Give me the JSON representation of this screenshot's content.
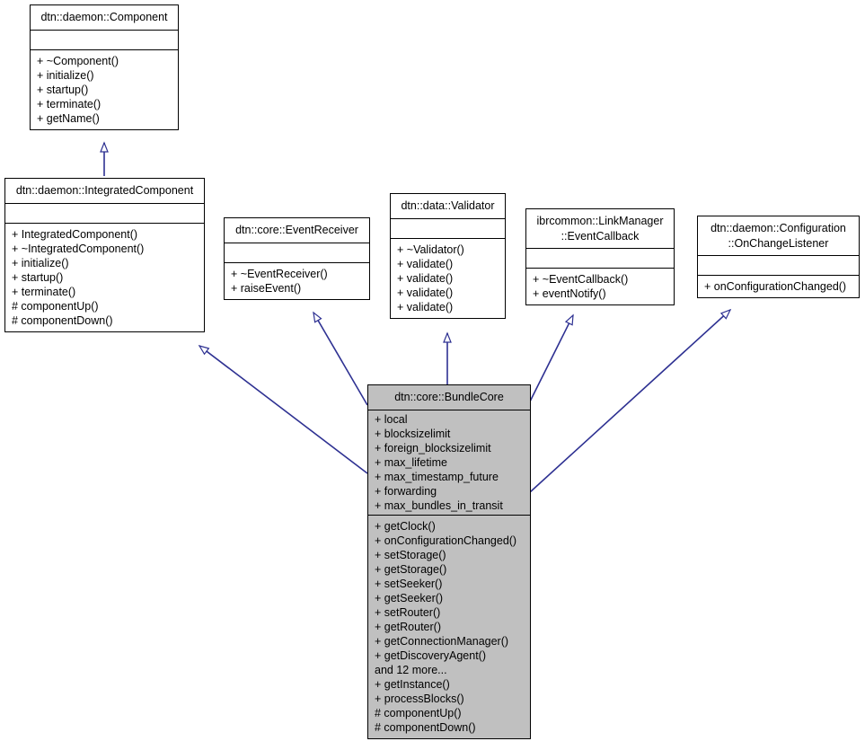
{
  "diagram": {
    "kind": "uml-class-diagram",
    "focus_class": "dtn::core::BundleCore",
    "colors": {
      "background": "#ffffff",
      "box_border": "#000000",
      "box_fill": "#ffffff",
      "highlight_fill": "#c0c0c0",
      "edge": "#2e3192",
      "text": "#000000"
    }
  },
  "classes": {
    "component": {
      "title": "dtn::daemon::Component",
      "attributes": [],
      "operations": [
        "+ ~Component()",
        "+ initialize()",
        "+ startup()",
        "+ terminate()",
        "+ getName()"
      ]
    },
    "integrated_component": {
      "title": "dtn::daemon::IntegratedComponent",
      "attributes": [],
      "operations": [
        "+ IntegratedComponent()",
        "+ ~IntegratedComponent()",
        "+ initialize()",
        "+ startup()",
        "+ terminate()",
        "# componentUp()",
        "# componentDown()"
      ]
    },
    "event_receiver": {
      "title": "dtn::core::EventReceiver",
      "attributes": [],
      "operations": [
        "+ ~EventReceiver()",
        "+ raiseEvent()"
      ]
    },
    "validator": {
      "title": "dtn::data::Validator",
      "attributes": [],
      "operations": [
        "+ ~Validator()",
        "+ validate()",
        "+ validate()",
        "+ validate()",
        "+ validate()"
      ]
    },
    "event_callback": {
      "title": "ibrcommon::LinkManager\n::EventCallback",
      "attributes": [],
      "operations": [
        "+ ~EventCallback()",
        "+ eventNotify()"
      ]
    },
    "on_change_listener": {
      "title": "dtn::daemon::Configuration\n::OnChangeListener",
      "attributes": [],
      "operations": [
        "+ onConfigurationChanged()"
      ]
    },
    "bundle_core": {
      "title": "dtn::core::BundleCore",
      "attributes": [
        "+ local",
        "+ blocksizelimit",
        "+ foreign_blocksizelimit",
        "+ max_lifetime",
        "+ max_timestamp_future",
        "+ forwarding",
        "+ max_bundles_in_transit"
      ],
      "operations": [
        "+ getClock()",
        "+ onConfigurationChanged()",
        "+ setStorage()",
        "+ getStorage()",
        "+ setSeeker()",
        "+ getSeeker()",
        "+ setRouter()",
        "+ getRouter()",
        "+ getConnectionManager()",
        "+ getDiscoveryAgent()",
        "and 12 more...",
        "+ getInstance()",
        "+ processBlocks()",
        "# componentUp()",
        "# componentDown()"
      ]
    }
  },
  "relations": [
    {
      "name": "integrated-component-inherits-component",
      "from": "integrated_component",
      "to": "component",
      "type": "generalization"
    },
    {
      "name": "bundle-core-inherits-integrated-component",
      "from": "bundle_core",
      "to": "integrated_component",
      "type": "generalization"
    },
    {
      "name": "bundle-core-inherits-event-receiver",
      "from": "bundle_core",
      "to": "event_receiver",
      "type": "generalization"
    },
    {
      "name": "bundle-core-inherits-validator",
      "from": "bundle_core",
      "to": "validator",
      "type": "generalization"
    },
    {
      "name": "bundle-core-inherits-event-callback",
      "from": "bundle_core",
      "to": "event_callback",
      "type": "generalization"
    },
    {
      "name": "bundle-core-inherits-on-change-listener",
      "from": "bundle_core",
      "to": "on_change_listener",
      "type": "generalization"
    }
  ]
}
